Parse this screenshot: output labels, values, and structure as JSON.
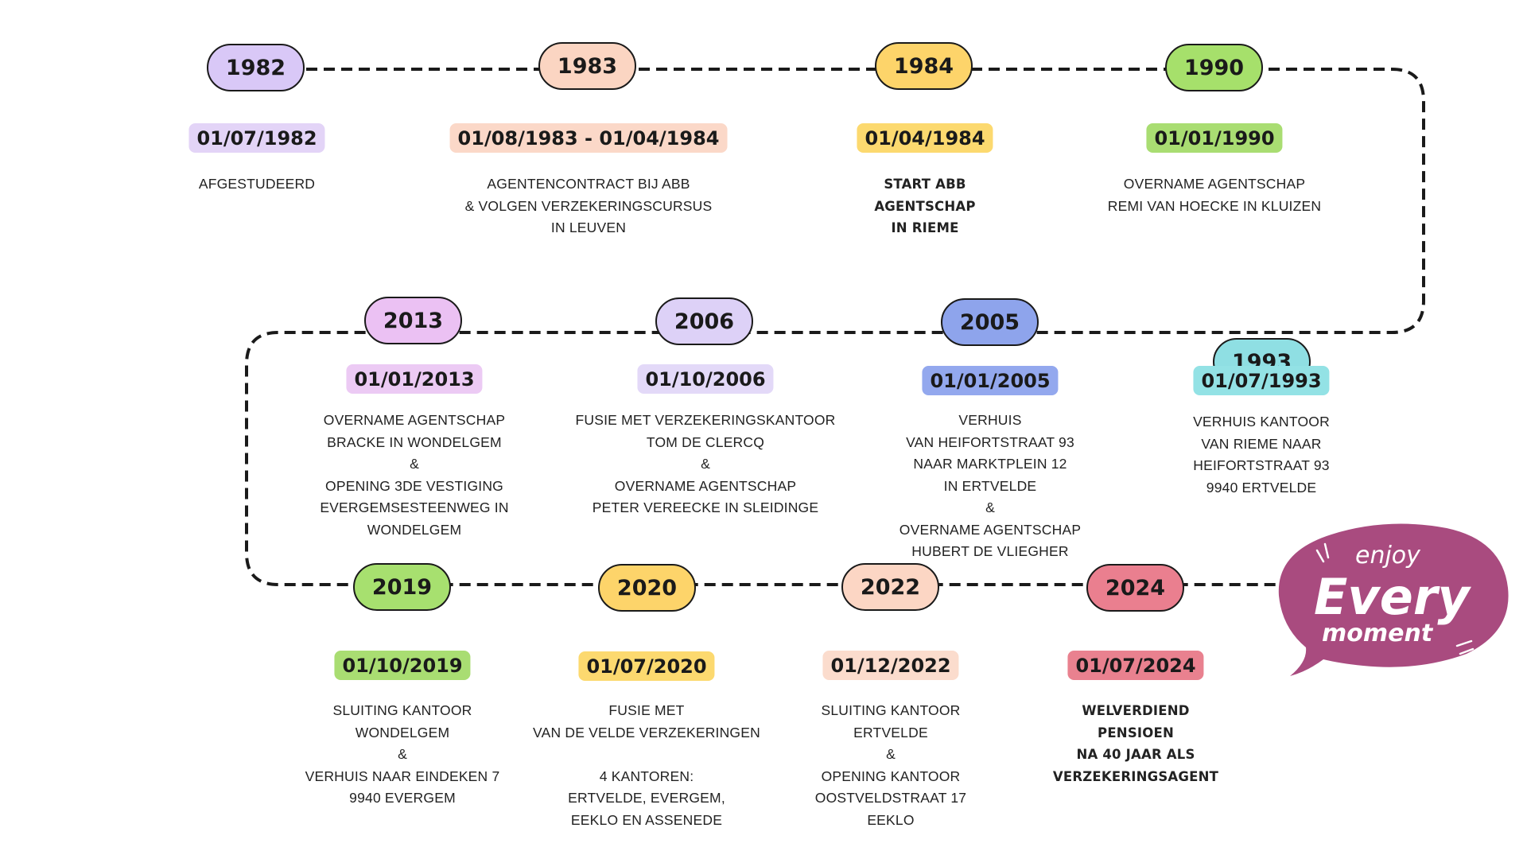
{
  "colors": {
    "line": "#1a1a1a",
    "badge": "#a94b7f",
    "badge_text": "#ffffff"
  },
  "milestones": [
    {
      "year": "1982",
      "date": "01/07/1982",
      "pill_color": "#d9c8f7",
      "label_color": "#e3d4f7",
      "lines": [
        "AFGESTUDEERD"
      ],
      "bold": false
    },
    {
      "year": "1983",
      "date": "01/08/1983 - 01/04/1984",
      "pill_color": "#fbd5c2",
      "label_color": "#fbd8c8",
      "lines": [
        "AGENTENCONTRACT BIJ ABB",
        "& VOLGEN VERZEKERINGSCURSUS",
        "IN LEUVEN"
      ],
      "bold": false
    },
    {
      "year": "1984",
      "date": "01/04/1984",
      "pill_color": "#fdd46a",
      "label_color": "#fcd96f",
      "lines": [
        "START ABB",
        "AGENTSCHAP",
        "IN RIEME"
      ],
      "bold": true
    },
    {
      "year": "1990",
      "date": "01/01/1990",
      "pill_color": "#a6e06b",
      "label_color": "#a9dd72",
      "lines": [
        "OVERNAME AGENTSCHAP",
        "REMI VAN HOECKE IN KLUIZEN"
      ],
      "bold": false
    },
    {
      "year": "1993",
      "date": "01/07/1993",
      "pill_color": "#8fdfe3",
      "label_color": "#93e2e5",
      "lines": [
        "VERHUIS KANTOOR",
        "VAN RIEME NAAR",
        "HEIFORTSTRAAT 93",
        "9940 ERTVELDE"
      ],
      "bold": false
    },
    {
      "year": "2005",
      "date": "01/01/2005",
      "pill_color": "#8ea4ec",
      "label_color": "#93a8ee",
      "lines": [
        "VERHUIS",
        "VAN HEIFORTSTRAAT 93",
        "NAAR MARKTPLEIN 12",
        "IN ERTVELDE",
        "&",
        "OVERNAME AGENTSCHAP",
        "HUBERT DE VLIEGHER"
      ],
      "bold": false
    },
    {
      "year": "2006",
      "date": "01/10/2006",
      "pill_color": "#ddd1f7",
      "label_color": "#e3d9f8",
      "lines": [
        "FUSIE MET VERZEKERINGSKANTOOR",
        "TOM DE CLERCQ",
        "&",
        "OVERNAME AGENTSCHAP",
        "PETER VEREECKE IN SLEIDINGE"
      ],
      "bold": false
    },
    {
      "year": "2013",
      "date": "01/01/2013",
      "pill_color": "#ebc1f3",
      "label_color": "#eccaf4",
      "lines": [
        "OVERNAME AGENTSCHAP",
        "BRACKE IN WONDELGEM",
        "&",
        "OPENING 3DE VESTIGING",
        "EVERGEMSESTEENWEG IN",
        "WONDELGEM"
      ],
      "bold": false
    },
    {
      "year": "2019",
      "date": "01/10/2019",
      "pill_color": "#a7e06f",
      "label_color": "#a9dd72",
      "lines": [
        "SLUITING KANTOOR",
        "WONDELGEM",
        "&",
        "VERHUIS NAAR EINDEKEN 7",
        "9940 EVERGEM"
      ],
      "bold": false
    },
    {
      "year": "2020",
      "date": "01/07/2020",
      "pill_color": "#fdd46a",
      "label_color": "#fcd96f",
      "lines": [
        "FUSIE MET",
        "VAN DE VELDE VERZEKERINGEN",
        "",
        "4 KANTOREN:",
        "ERTVELDE, EVERGEM,",
        "EEKLO EN ASSENEDE"
      ],
      "bold": false
    },
    {
      "year": "2022",
      "date": "01/12/2022",
      "pill_color": "#fcd6c4",
      "label_color": "#fbdccd",
      "lines": [
        "SLUITING KANTOOR",
        "ERTVELDE",
        "&",
        "OPENING KANTOOR",
        "OOSTVELDSTRAAT 17",
        "EEKLO"
      ],
      "bold": false
    },
    {
      "year": "2024",
      "date": "01/07/2024",
      "pill_color": "#ea7f8f",
      "label_color": "#e9818f",
      "lines": [
        "WELVERDIEND",
        "PENSIOEN",
        "NA 40 JAAR ALS",
        "VERZEKERINGSAGENT"
      ],
      "bold": true
    }
  ],
  "badge": {
    "line1": "enjoy",
    "line2": "Every",
    "line3": "moment"
  }
}
